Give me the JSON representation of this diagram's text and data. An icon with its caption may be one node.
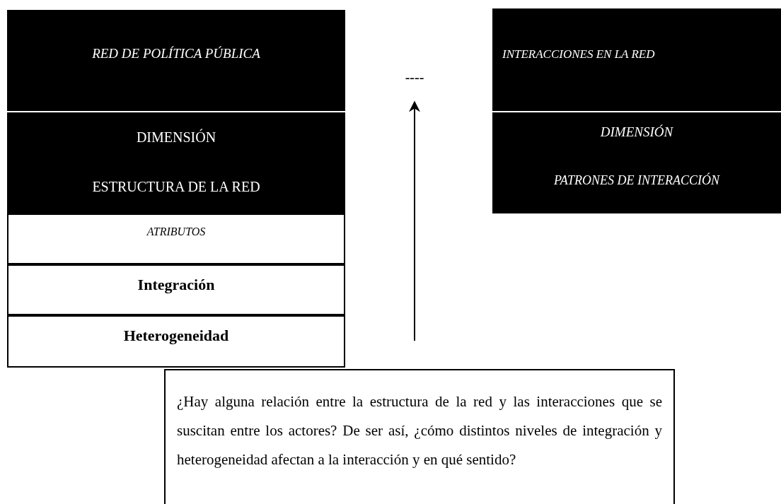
{
  "diagram": {
    "nodes": [
      {
        "text": [
          "RED DE POLÍTICA PÚBLICA"
        ]
      },
      {
        "text": [
          "DIMENSIÓN",
          "ESTRUCTURA DE LA RED"
        ]
      },
      {
        "text": [
          "ATRIBUTOS"
        ]
      },
      {
        "text": [
          "Integración"
        ]
      },
      {
        "text": [
          "Heterogeneidad"
        ]
      },
      {
        "text": [
          "----"
        ]
      },
      {
        "text": [
          "INTERACCIONES EN LA RED"
        ]
      },
      {
        "text": [
          "DIMENSIÓN",
          "PATRONES DE INTERACCIÓN"
        ]
      },
      {
        "text": [
          "¿Hay alguna relación entre la estructura de la red y las interacciones que se suscitan entre los actores? De ser así, ¿cómo distintos niveles de integración y heterogeneidad afectan a la interacción y en qué sentido?"
        ]
      }
    ],
    "edges": [
      {
        "from": null,
        "to": 5,
        "arrow": "to"
      }
    ]
  }
}
